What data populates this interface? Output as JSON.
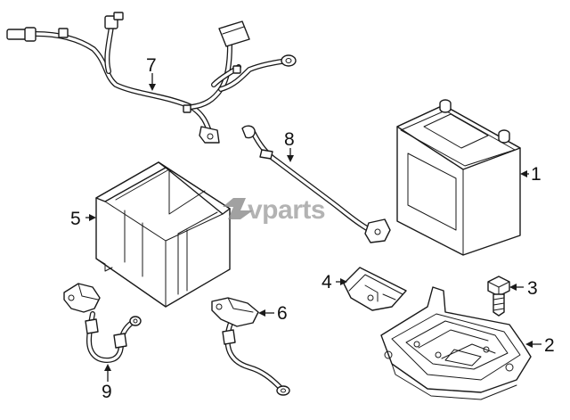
{
  "watermark": {
    "text": "vparts",
    "color": "#9a9a9a"
  },
  "callouts": [
    {
      "id": "1",
      "label": "1",
      "part": "battery"
    },
    {
      "id": "2",
      "label": "2",
      "part": "battery-tray"
    },
    {
      "id": "3",
      "label": "3",
      "part": "tray-bolt"
    },
    {
      "id": "4",
      "label": "4",
      "part": "hold-down-clamp"
    },
    {
      "id": "5",
      "label": "5",
      "part": "battery-box"
    },
    {
      "id": "6",
      "label": "6",
      "part": "positive-cable"
    },
    {
      "id": "7",
      "label": "7",
      "part": "wiring-harness"
    },
    {
      "id": "8",
      "label": "8",
      "part": "ground-cable"
    },
    {
      "id": "9",
      "label": "9",
      "part": "negative-cable"
    }
  ]
}
